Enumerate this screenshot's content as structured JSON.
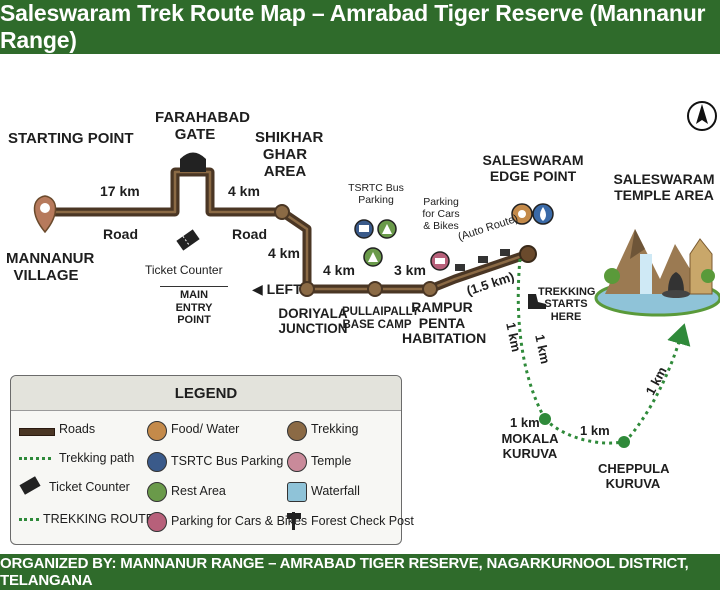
{
  "title": "Saleswaram Trek Route Map – Amrabad Tiger Reserve (Mannanur Range)",
  "footer": "ORGANIZED BY: MANNANUR RANGE – AMRABAD TIGER RESERVE, NAGARKURNOOL DISTRICT, TELANGANA",
  "compass": "N",
  "places": {
    "starting_point": "STARTING POINT",
    "mannanur": "MANNANUR VILLAGE",
    "farahabad": "FARAHABAD GATE",
    "shikhar": "SHIKHAR GHAR AREA",
    "doriyala": "DORIYALA JUNCTION",
    "pullaipally": "PULLAIPALLY BASE CAMP",
    "rampur": "RAMPUR PENTA HABITATION",
    "edge": "SALESWARAM EDGE POINT",
    "temple": "SALESWARAM TEMPLE AREA",
    "mokala": "MOKALA KURUVA",
    "cheppula": "CHEPPULA KURUVA"
  },
  "annotations": {
    "ticket_counter": "Ticket Counter",
    "main_entry": "MAIN ENTRY POINT",
    "tsrtc": "TSRTC Bus Parking",
    "parking": "Parking for Cars & Bikes",
    "auto_route": "(Auto Route)",
    "trekking_starts": "TREKKING STARTS HERE",
    "left": "◀ LEFT",
    "road1": "Road",
    "road2": "Road"
  },
  "distances": {
    "d1": "17 km",
    "d2": "4 km",
    "d3": "4 km",
    "d4": "4 km",
    "d5": "3 km",
    "d6": "(1.5 km)",
    "t1": "1 km",
    "t2": "1 km",
    "t3": "1 km",
    "t4": "1 km",
    "t5": "1 km"
  },
  "legend": {
    "title": "LEGEND",
    "roads": "Roads",
    "trekking_path": "Trekking path",
    "ticket_counter": "Ticket Counter",
    "trekking_route": "TREKKING ROUTE",
    "food": "Food/ Water",
    "tsrtc": "TSRTC Bus Parking",
    "rest": "Rest Area",
    "parking": "Parking for Cars & Bikes",
    "trekking": "Trekking",
    "temple": "Temple",
    "waterfall": "Waterfall",
    "forest": "Forest Check Post"
  },
  "colors": {
    "header": "#2f6b2b",
    "road": "#4a3624",
    "trek": "#2f8a3a"
  }
}
